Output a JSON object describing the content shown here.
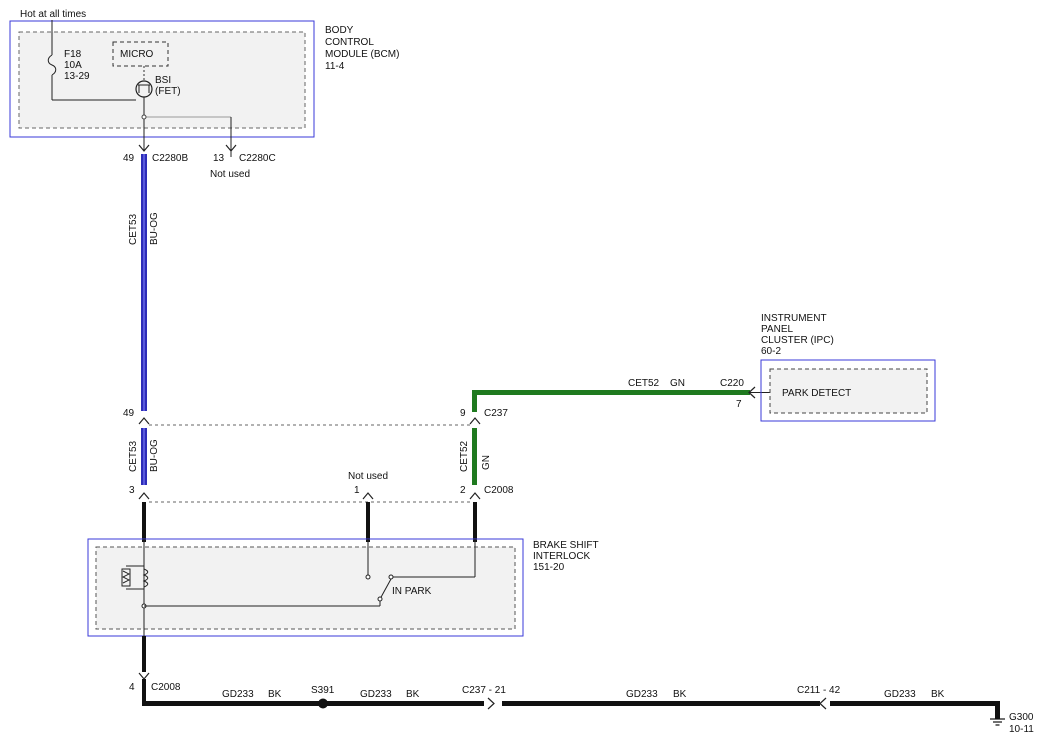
{
  "supply": {
    "hot_label": "Hot at all times",
    "fuse_name": "F18",
    "fuse_rating": "10A",
    "fuse_ref": "13-29"
  },
  "bcm": {
    "title_line1": "BODY",
    "title_line2": "CONTROL",
    "title_line3": "MODULE (BCM)",
    "ref": "11-4",
    "micro_label": "MICRO",
    "bsi_label": "BSI",
    "bsi_sub": "(FET)"
  },
  "connectors": {
    "c2280b_pin": "49",
    "c2280b_name": "C2280B",
    "c2280c_pin": "13",
    "c2280c_name": "C2280C",
    "c2280c_note": "Not used",
    "c237_left_pin": "49",
    "c237_right_pin": "9",
    "c237_name": "C237",
    "c220_name": "C220",
    "c220_pin": "7",
    "c2008_pin3": "3",
    "c2008_pin1": "1",
    "c2008_pin1_note": "Not used",
    "c2008_pin2": "2",
    "c2008_name": "C2008",
    "c2008_lower_pin": "4",
    "c2008_lower_name": "C2008"
  },
  "wires": {
    "cet53_circuit": "CET53",
    "cet53_color": "BU-OG",
    "cet52_circuit": "CET52",
    "cet52_color": "GN",
    "gd233_circuit": "GD233",
    "gd233_color": "BK"
  },
  "ipc": {
    "title_line1": "INSTRUMENT",
    "title_line2": "PANEL",
    "title_line3": "CLUSTER (IPC)",
    "ref": "60-2",
    "park_detect": "PARK DETECT"
  },
  "interlock": {
    "title_line1": "BRAKE SHIFT",
    "title_line2": "INTERLOCK",
    "ref": "151-20",
    "switch_label": "IN PARK"
  },
  "ground_path": {
    "splice": "S391",
    "inline_1": "C237 - 21",
    "inline_2": "C211 - 42",
    "ground": "G300",
    "ground_ref": "10-11"
  },
  "colors": {
    "module_border": "#3a3ad8",
    "module_fill": "#f2f2f2",
    "wire_blue": "#2d2db8",
    "wire_green": "#1f7a1f",
    "wire_black": "#111111"
  }
}
